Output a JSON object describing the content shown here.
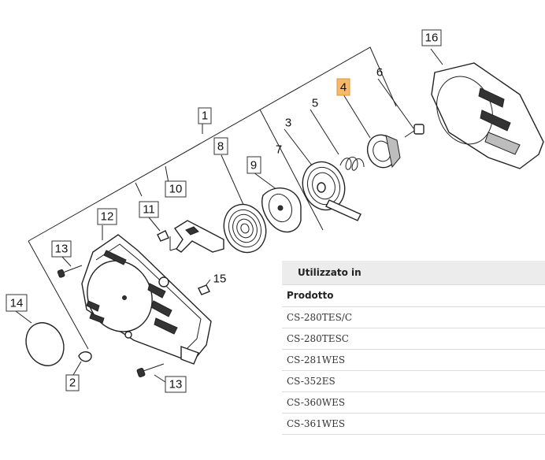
{
  "diagram": {
    "callouts": {
      "c1": "1",
      "c2": "2",
      "c3": "3",
      "c4": "4",
      "c5": "5",
      "c6": "6",
      "c7": "7",
      "c8": "8",
      "c9": "9",
      "c10": "10",
      "c11": "11",
      "c12": "12",
      "c13a": "13",
      "c13b": "13",
      "c14": "14",
      "c15": "15",
      "c16": "16"
    },
    "highlighted_callout": "4",
    "highlight_color": "#f6b96b"
  },
  "usage_panel": {
    "header": "Utilizzato in",
    "column": "Prodotto",
    "rows": [
      "CS-280TES/C",
      "CS-280TESC",
      "CS-281WES",
      "CS-352ES",
      "CS-360WES",
      "CS-361WES"
    ]
  }
}
